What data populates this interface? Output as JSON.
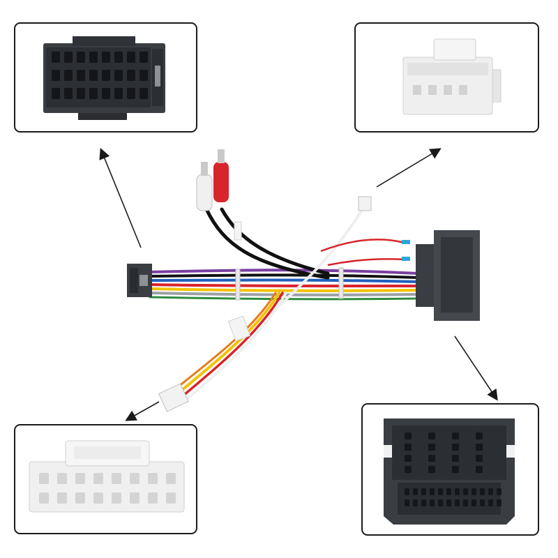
{
  "image": {
    "description_elements": [
      "connector-16pin-black",
      "connector-white-small",
      "connector-white-16pin",
      "connector-quadlock-black",
      "wiring-harness"
    ],
    "colors": {
      "frame": "#1a1a1a",
      "connector_black": "#3a3d42",
      "connector_white": "#f2f2f2",
      "rca_red": "#d8242b",
      "rca_white": "#f0f0f0",
      "wire_yellow": "#f2c200",
      "wire_red": "#d8242b",
      "wire_blue": "#1f5fbf",
      "wire_purple": "#7a3fa0",
      "wire_black": "#111111",
      "wire_white": "#eeeeee",
      "wire_gray": "#9aa0a6",
      "wire_green": "#2e8b3e",
      "wire_orange": "#e87a1a"
    }
  }
}
